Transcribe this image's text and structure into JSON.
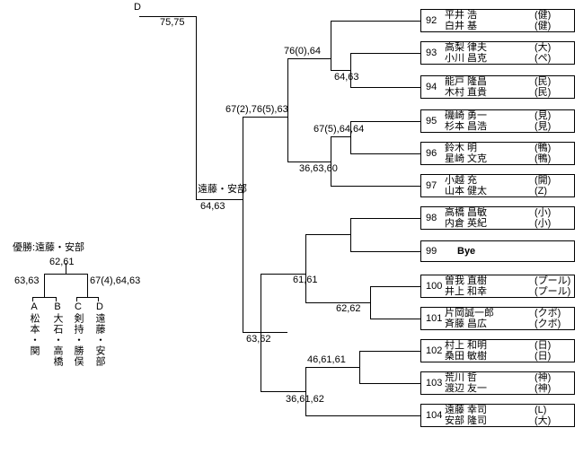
{
  "header": {
    "block_label": "D",
    "winner_score": "75,75"
  },
  "main_bracket": {
    "entries": [
      {
        "no": "92",
        "players": [
          {
            "name": "平井 浩",
            "affil": "(健)"
          },
          {
            "name": "白井 基",
            "affil": "(健)"
          }
        ]
      },
      {
        "no": "93",
        "players": [
          {
            "name": "高梨 律夫",
            "affil": "(大)"
          },
          {
            "name": "小川 昌克",
            "affil": "(ペ)"
          }
        ]
      },
      {
        "no": "94",
        "players": [
          {
            "name": "能戸 隆昌",
            "affil": "(民)"
          },
          {
            "name": "木村 直貴",
            "affil": "(民)"
          }
        ]
      },
      {
        "no": "95",
        "players": [
          {
            "name": "磯崎 勇一",
            "affil": "(見)"
          },
          {
            "name": "杉本 昌浩",
            "affil": "(見)"
          }
        ]
      },
      {
        "no": "96",
        "players": [
          {
            "name": "鈴木 明",
            "affil": "(鴨)"
          },
          {
            "name": "星崎 文克",
            "affil": "(鴨)"
          }
        ]
      },
      {
        "no": "97",
        "players": [
          {
            "name": "小越 充",
            "affil": "(開)"
          },
          {
            "name": "山本 健太",
            "affil": "(Z)"
          }
        ]
      },
      {
        "no": "98",
        "players": [
          {
            "name": "高橋 昌敏",
            "affil": "(小)"
          },
          {
            "name": "内倉 英紀",
            "affil": "(小)"
          }
        ]
      },
      {
        "no": "99",
        "bye": "Bye"
      },
      {
        "no": "100",
        "players": [
          {
            "name": "曽我 直樹",
            "affil": "(プール)"
          },
          {
            "name": "井上 和幸",
            "affil": "(プール)"
          }
        ]
      },
      {
        "no": "101",
        "players": [
          {
            "name": "片岡誠一郎",
            "affil": "(クボ)"
          },
          {
            "name": "斉藤 昌広",
            "affil": "(クボ)"
          }
        ]
      },
      {
        "no": "102",
        "players": [
          {
            "name": "村上 和明",
            "affil": "(日)"
          },
          {
            "name": "桑田 敏樹",
            "affil": "(日)"
          }
        ]
      },
      {
        "no": "103",
        "players": [
          {
            "name": "荒川 哲",
            "affil": "(神)"
          },
          {
            "name": "渡辺 友一",
            "affil": "(神)"
          }
        ]
      },
      {
        "no": "104",
        "players": [
          {
            "name": "遠藤 幸司",
            "affil": "(L)"
          },
          {
            "name": "安部 隆司",
            "affil": "(大)"
          }
        ]
      }
    ],
    "scores": {
      "r2_92": "76(0),64",
      "r1_93_94": "64,63",
      "r1_95_96": "67(5),64,64",
      "r2_97": "36,63,60",
      "sf_upper": "67(2),76(5),63",
      "r2_98_99": "61,61",
      "r1_100_101": "62,62",
      "r1_102_103": "46,61,61",
      "r2_104": "36,61,62",
      "sf_lower": "63,62",
      "final_winner": "遠藤・安部",
      "final_score": "64,63"
    }
  },
  "summary_bracket": {
    "champion_label": "優勝:遠藤・安部",
    "final_score": "62,61",
    "left_semi_score": "63,63",
    "right_semi_score": "67(4),64,63",
    "teams": [
      {
        "seed": "A",
        "name": "松本・関"
      },
      {
        "seed": "B",
        "name": "大石・高橋"
      },
      {
        "seed": "C",
        "name": "剣持・勝俣"
      },
      {
        "seed": "D",
        "name": "遠藤・安部"
      }
    ]
  }
}
